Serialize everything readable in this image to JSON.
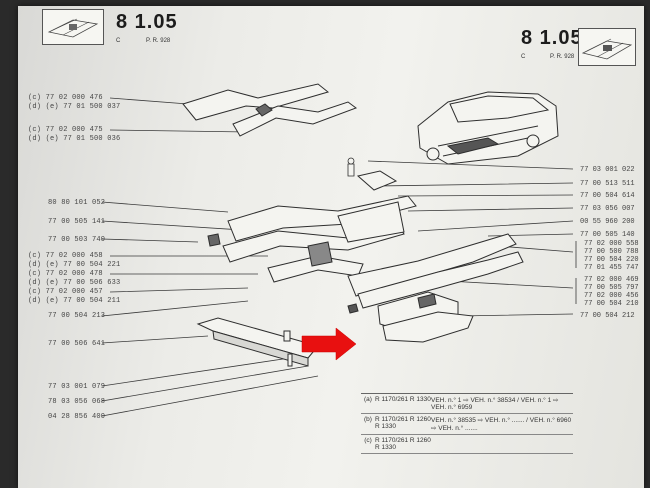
{
  "header": {
    "code_left": "8 1.05",
    "code_right": "8 1.05",
    "sub_c": "C",
    "sub_pr": "P. R. 928"
  },
  "left_refs": [
    "(c) 77 02 000 476",
    "(d) (e) 77 01 500 037",
    "(c) 77 02 000 475",
    "(d) (e) 77 01 500 036",
    "80 80 101 052",
    "77 00 505 141",
    "77 00 503 740",
    "(c) 77 02 000 458",
    "(d) (e) 77 00 504 221",
    "(c) 77 02 000 478",
    "(d) (e) 77 00 506 633",
    "(c) 77 02 000 457",
    "(d) (e) 77 00 504 211",
    "77 00 504 213",
    "77 00 506 641",
    "77 03 001 079",
    "78 03 056 068",
    "04 28 856 400"
  ],
  "right_refs": [
    "77 03 001 022",
    "77 00 513 511",
    "77 00 504 614",
    "77 03 056 007",
    "00 55 960 200",
    "77 00 505 140",
    "77 02 000 558",
    "77 00 500 788",
    "77 00 504 220",
    "77 01 455 747",
    "77 02 000 469",
    "77 00 505 797",
    "77 02 000 456",
    "77 00 504 210",
    "77 00 504 212"
  ],
  "table": [
    {
      "letter": "(a)",
      "models": "R 1170/261  R 1330",
      "text": "VEH. n.°          1  ⇨  VEH. n.°  38534 / VEH. n.°          1  ⇨  VEH. n.°    6959"
    },
    {
      "letter": "(b)",
      "models": "R 1170/261  R 1260  R 1330",
      "text": "VEH. n.°   38535  ⇨  VEH. n.° ....... / VEH. n.°     6960  ⇨  VEH. n.° ......."
    },
    {
      "letter": "(c)",
      "models": "R 1170/261  R 1260  R 1330",
      "text": ""
    }
  ],
  "colors": {
    "arrow": "#e81010",
    "ink": "#3a3a3a",
    "paper": "#efefeb"
  }
}
